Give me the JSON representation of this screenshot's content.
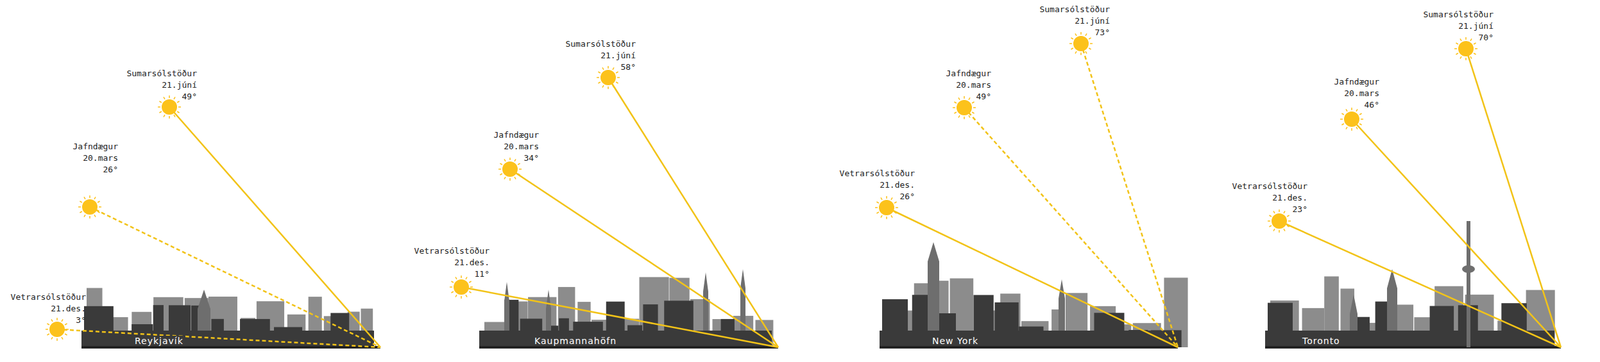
{
  "diagram": {
    "labels": [
      "Sumarsólstöður",
      "21.júní",
      "49°",
      "Jafndægur",
      "20.mars",
      "26°",
      "Vetrarsólstöður",
      "21.des.",
      "3°",
      "Reykjavík",
      "Sumarsólstöður",
      "21.júní",
      "58°",
      "Jafndægur",
      "20.mars",
      "34°",
      "Vetrarsólstöður",
      "21.des.",
      "11°",
      "Kaupmannahöfn",
      "Sumarsólstöður",
      "21.júní",
      "73°",
      "Jafndægur",
      "20.mars",
      "49°",
      "Vetrarsólstöður",
      "21.des.",
      "26°",
      "New York",
      "Sumarsólstöður",
      "21.júní",
      "70°",
      "Jafndægur",
      "20.mars",
      "46°",
      "Vetrarsólstöður",
      "21.des.",
      "23°",
      "Toronto"
    ]
  }
}
